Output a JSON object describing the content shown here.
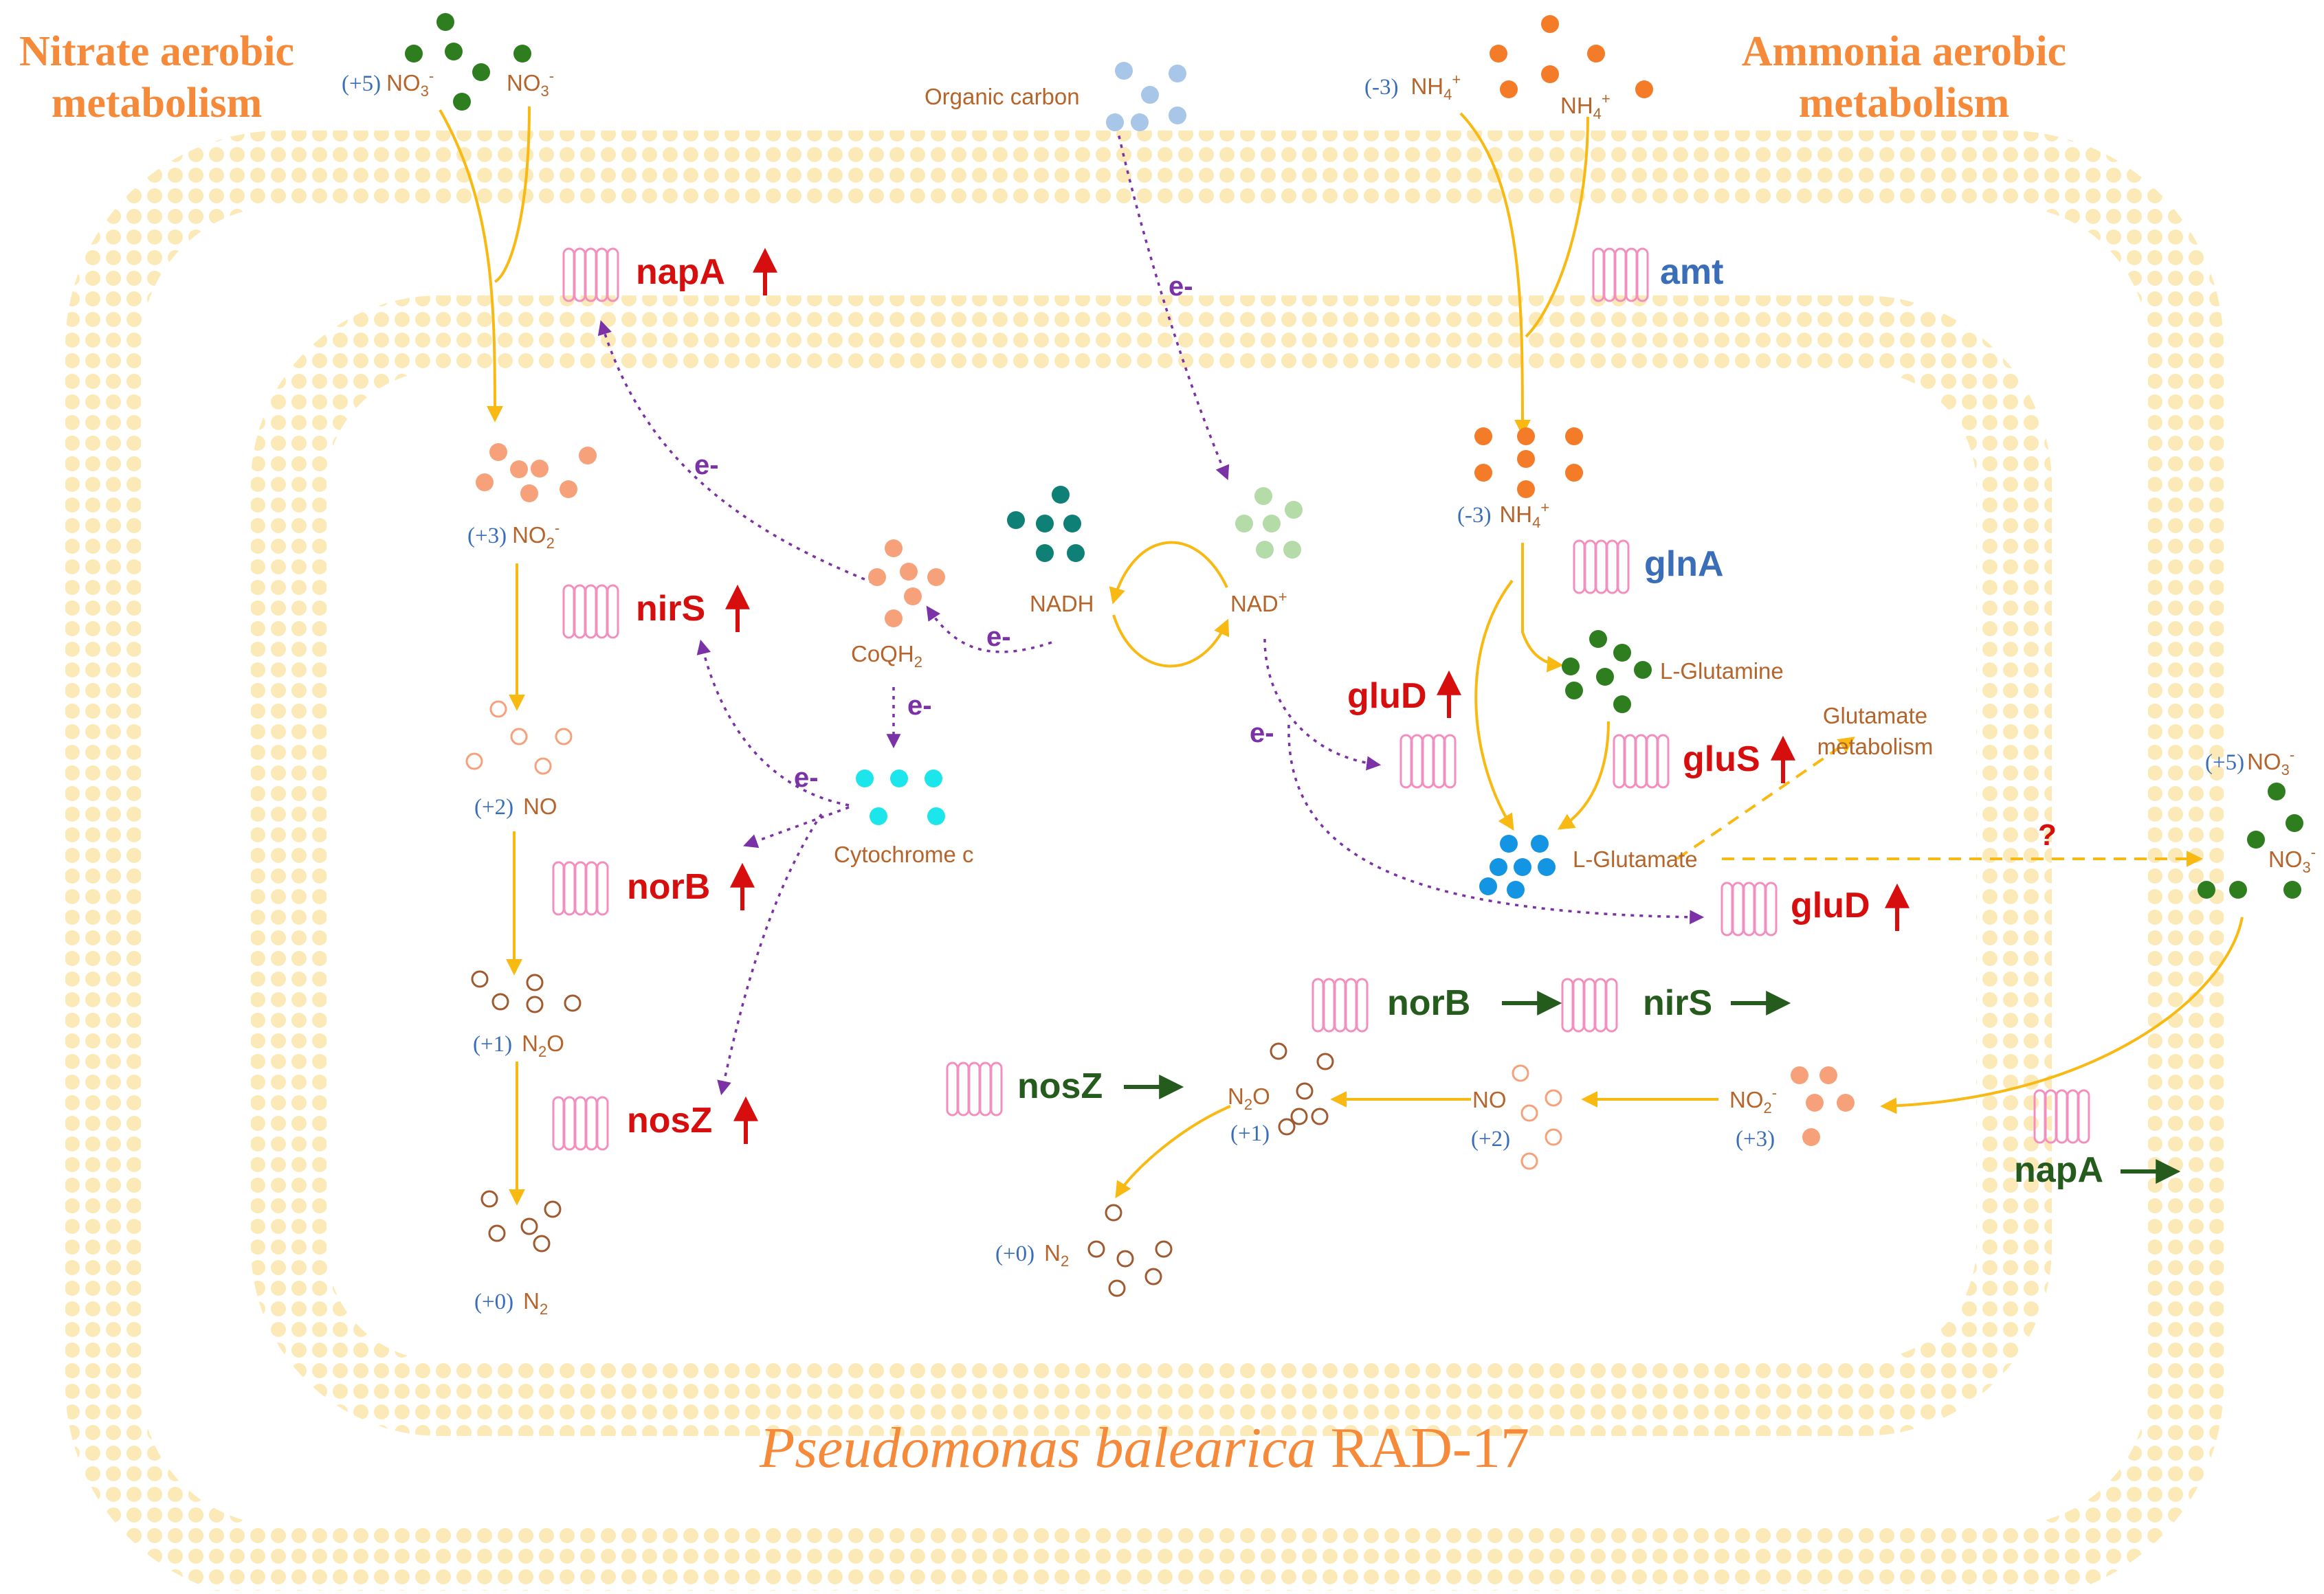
{
  "titles": {
    "nitrate_left_line1": "Nitrate aerobic",
    "nitrate_left_line2": "metabolism",
    "ammonia_line1": "Ammonia aerobic",
    "ammonia_line2": "metabolism",
    "organism_italic": "Pseudomonas balearica",
    "organism_strain": " RAD-17"
  },
  "species": {
    "ox_plus5": "(+5)",
    "ox_plus3": "(+3)",
    "ox_plus2": "(+2)",
    "ox_plus1": "(+1)",
    "ox_zero": "(+0)",
    "ox_minus3": "(-3)",
    "no3": "NO",
    "no2": "NO",
    "no": "NO",
    "n2o": "N",
    "n2": "N",
    "nh4": "NH",
    "sub2": "2",
    "sub3": "3",
    "sub4": "4",
    "sub_o": "O",
    "sup_minus": "-",
    "sup_plus": "+",
    "organic_carbon": "Organic carbon",
    "nadh": "NADH",
    "nad": "NAD",
    "coqh": "CoQH",
    "cytochrome": "Cytochrome c",
    "l_glutamine": "L-Glutamine",
    "l_glutamate": "L-Glutamate",
    "glutamate_metab_1": "Glutamate",
    "glutamate_metab_2": "metabolism",
    "electron": "e-",
    "question": "?"
  },
  "genes": {
    "napA": "napA",
    "amt": "amt",
    "nirS": "nirS",
    "norB": "norB",
    "nosZ": "nosZ",
    "glnA": "glnA",
    "gluD": "gluD",
    "gluS": "gluS"
  },
  "colors": {
    "membrane": "#FCE9B8",
    "orange_text": "#F58A3A",
    "arrow_yellow": "#F7B912",
    "electron_purple": "#7A32A6",
    "up_red": "#D60E0E",
    "gene_blue": "#3A6EB8",
    "gene_green": "#255C1E",
    "transporter_pink": "#F38FBF",
    "ox_blue": "#3A6EB8",
    "label_brown": "#B5652B"
  }
}
